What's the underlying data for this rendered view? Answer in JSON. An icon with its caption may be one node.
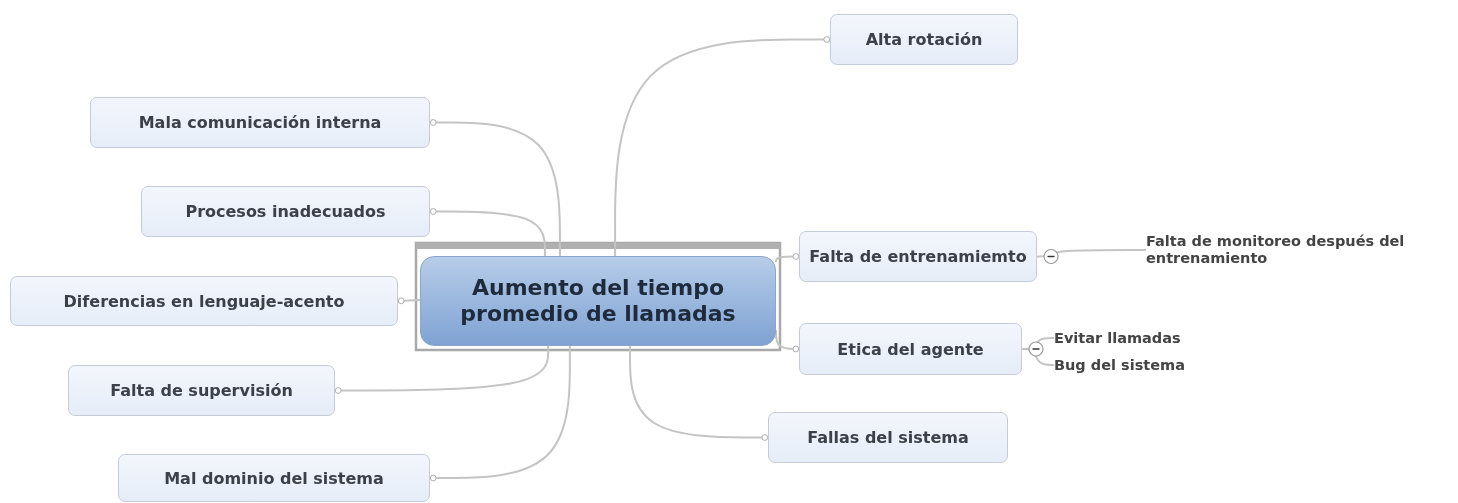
{
  "diagram": {
    "nodes": [
      {
        "text": [
          "Aumento del tiempo promedio de llamadas"
        ]
      },
      {
        "text": [
          "Alta rotación"
        ]
      },
      {
        "text": [
          "Mala comunicación interna"
        ]
      },
      {
        "text": [
          "Procesos inadecuados"
        ]
      },
      {
        "text": [
          "Falta de entrenamiemto"
        ]
      },
      {
        "text": [
          "Falta de monitoreo después del entrenamiento"
        ]
      },
      {
        "text": [
          "Diferencias en lenguaje-acento"
        ]
      },
      {
        "text": [
          "Etica del agente"
        ]
      },
      {
        "text": [
          "Evitar llamadas"
        ]
      },
      {
        "text": [
          "Bug del sistema"
        ]
      },
      {
        "text": [
          "Falta de supervisión"
        ]
      },
      {
        "text": [
          "Fallas del sistema"
        ]
      },
      {
        "text": [
          "Mal dominio del sistema"
        ]
      }
    ],
    "edges": [
      {
        "from": 0,
        "to": 1,
        "arrow": "other"
      },
      {
        "from": 0,
        "to": 2,
        "arrow": "other"
      },
      {
        "from": 0,
        "to": 3,
        "arrow": "other"
      },
      {
        "from": 0,
        "to": 4,
        "arrow": "other"
      },
      {
        "from": 4,
        "to": 5,
        "arrow": "none"
      },
      {
        "from": 0,
        "to": 6,
        "arrow": "other"
      },
      {
        "from": 0,
        "to": 7,
        "arrow": "other"
      },
      {
        "from": 7,
        "to": 8,
        "arrow": "none"
      },
      {
        "from": 7,
        "to": 9,
        "arrow": "none"
      },
      {
        "from": 0,
        "to": 10,
        "arrow": "other"
      },
      {
        "from": 0,
        "to": 11,
        "arrow": "other"
      },
      {
        "from": 0,
        "to": 12,
        "arrow": "other"
      }
    ]
  }
}
